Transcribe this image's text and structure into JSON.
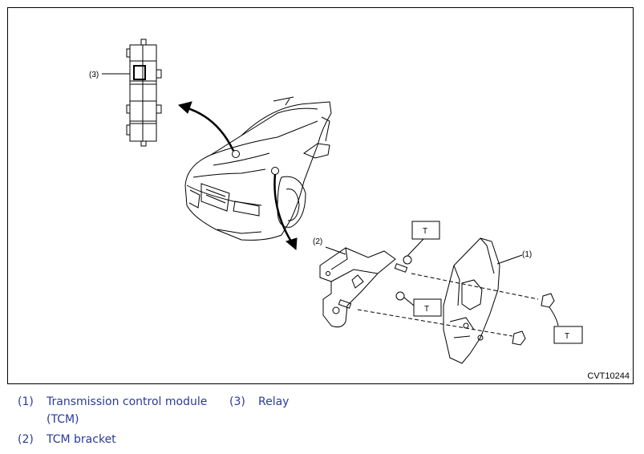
{
  "figure": {
    "callouts": {
      "relay": "(3)",
      "bracket": "(2)",
      "module": "(1)"
    },
    "torque_mark": "T",
    "figure_code": "CVT10244"
  },
  "legend": [
    {
      "num": "(1)",
      "line1": "Transmission control module",
      "line2": "(TCM)"
    },
    {
      "num": "(2)",
      "line1": "TCM bracket",
      "line2": ""
    },
    {
      "num": "(3)",
      "line1": "Relay",
      "line2": ""
    }
  ],
  "colors": {
    "legend_text": "#2b3a9b",
    "line": "#000000"
  }
}
